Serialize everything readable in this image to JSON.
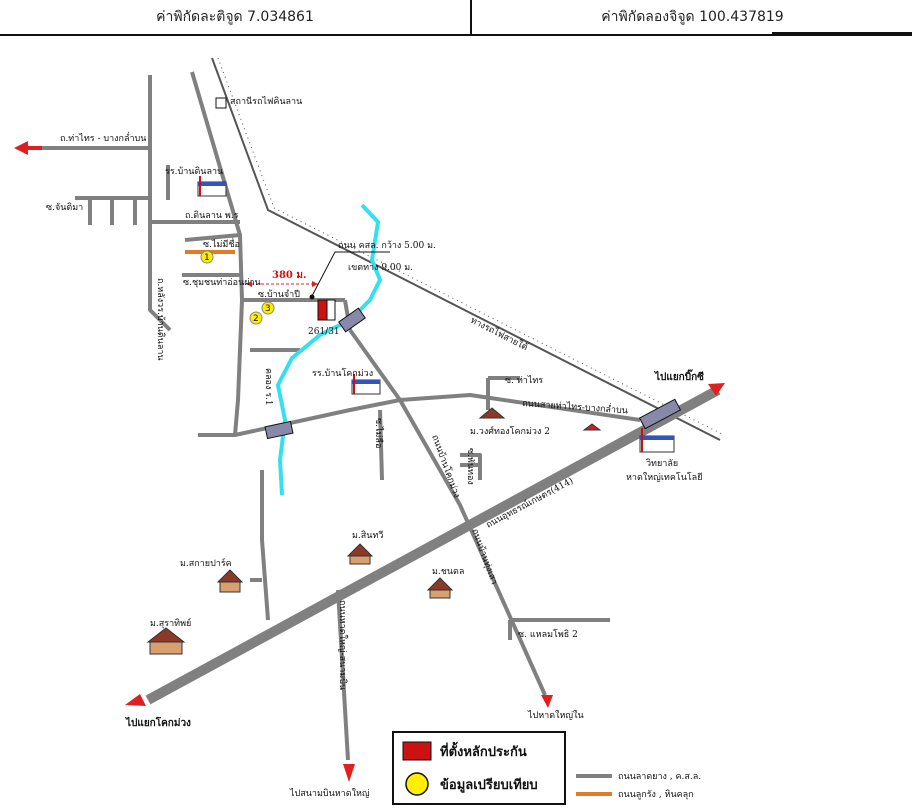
{
  "header": {
    "latitude_label": "ค่าพิกัดละติจูด 7.034861",
    "longitude_label": "ค่าพิกัดลองจิจูด 100.437819"
  },
  "map": {
    "labels": {
      "station": "สถานีรถไฟคินลาน",
      "road_thaiprai": "ถ.ท่าไทร - บางกล่ำบน",
      "school_dinlan": "รร.บ้านดินลาน",
      "soi_chantima": "ซ.จันติมา",
      "road_dinlan": "ถ.ดินลาน พ.ร",
      "soi_nameless": "ซ.ไม่มีชื่อ",
      "road_width": "ถนน คสล. กว้าง 5.00 ม.",
      "reserve_width": "เขตทาง 9.00 ม.",
      "distance": "380 ม.",
      "soi_chumchon": "ซ.ชุมชนท่าอ่อนผ่าน",
      "soi_banjampee": "ซ.บ้านจำปี",
      "road_vertical_left": "ถ.หลังวร.บ้านดินลาน",
      "plot_no": "261/31",
      "railway": "ทางรถไฟสายใต้",
      "school_khokmuang": "รร.บ้านโคกม่วง",
      "canal": "คลอง ร.1",
      "soi_thaisai": "ซ. ท่าไทร",
      "road_main_thaiprai": "ถนนสายท่าไทร-บางกล่ำบน",
      "to_bigc": "ไปแยกบิ๊กซี",
      "village_wongthong": "ม.วงศ์ทองโคกม่วง 2",
      "soi_mailue": "ซ.ไม่ลือ",
      "soi_panthong": "ซ.พันทอง",
      "college": "วิทยาลัย",
      "college_sub": "หาดใหญ่เทคโนโลยี",
      "road_khokmuang": "ถนนบ้านโคกม่วง",
      "road_asian": "ถนนอุทธรณ์เกษตร(414)",
      "road_bankhokmuang2": "ถนนบ้านทุ่งเสา",
      "village_sinsap": "ม.สินทวี",
      "village_sakaipark": "ม.สกายปาร์ค",
      "village_chonthon": "ม.ชนดล",
      "village_surathip": "ม.สุราทิพย์",
      "road_airport": "ถนนหาดใหญ่-สนามบิน",
      "soi_khemtong": "ซ. แหลมโพธิ 2",
      "to_khokmuang": "ไปแยกโคกม่วง",
      "to_hatyainai": "ไปหาดใหญ่ใน",
      "to_airport": "ไปสนามบินหาดใหญ่",
      "marker_1": "1",
      "marker_2": "2",
      "marker_3": "3"
    }
  },
  "legend": {
    "collateral": "ที่ตั้งหลักประกัน",
    "comparison": "ข้อมูลเปรียบเทียบ",
    "paved_road": "ถนนลาดยาง , ค.ส.ล.",
    "gravel_road": "ถนนลูกรัง , หินคลุก"
  },
  "colors": {
    "road": "#808080",
    "gravel": "#e07b2a",
    "canal": "#33e0f0",
    "arrow": "#e02020",
    "collateral": "#cc1111",
    "comparison": "#ffee00"
  }
}
